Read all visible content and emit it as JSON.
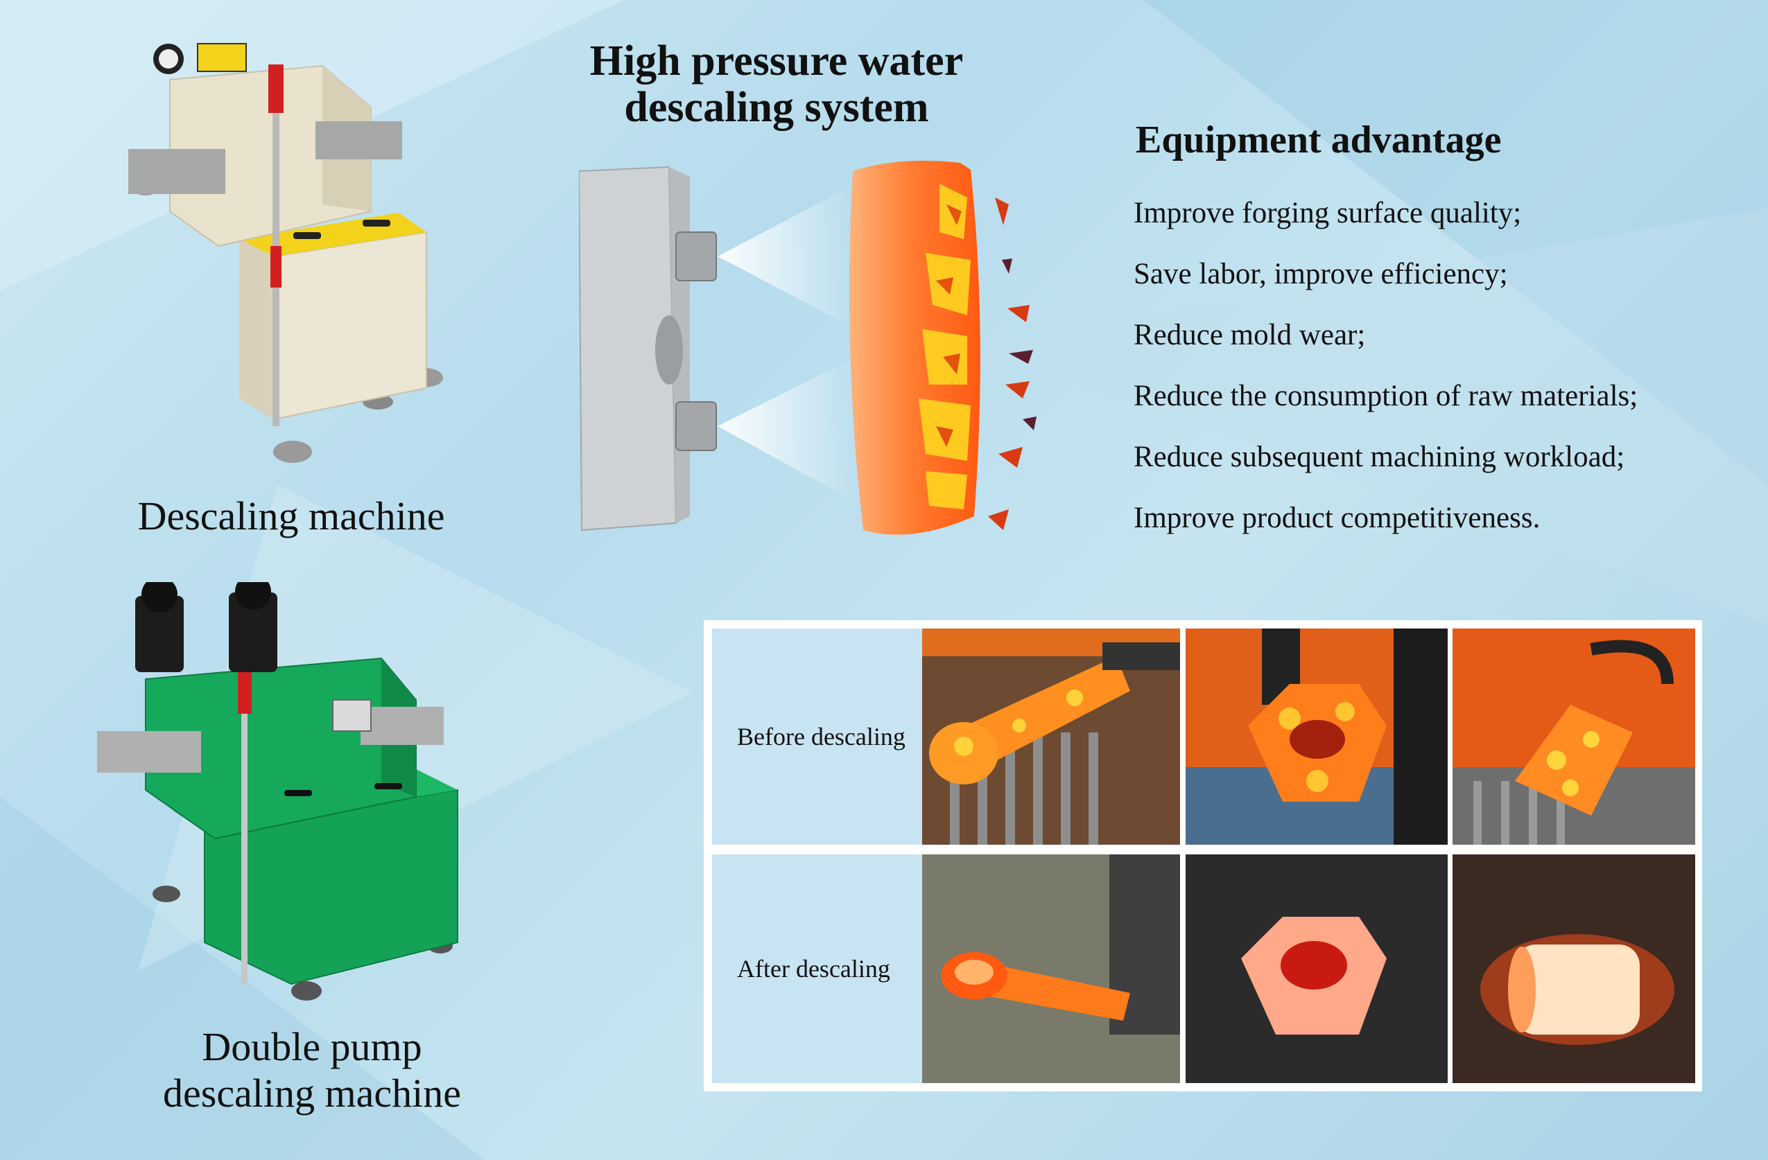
{
  "machines": {
    "single": {
      "caption": "Descaling machine"
    },
    "double": {
      "caption_line1": "Double pump",
      "caption_line2": "descaling machine"
    }
  },
  "system": {
    "title_line1": "High pressure water",
    "title_line2": "descaling system"
  },
  "advantages": {
    "title": "Equipment advantage",
    "items": [
      "Improve forging surface quality;",
      "Save labor, improve efficiency;",
      "Reduce mold wear;",
      "Reduce the consumption of raw materials;",
      "Reduce subsequent machining workload;",
      "Improve product competitiveness."
    ]
  },
  "comparison": {
    "before_label": "Before descaling",
    "after_label": "After descaling"
  },
  "colors": {
    "machine_cream": "#ece6d4",
    "machine_yellow": "#f2d21a",
    "machine_green": "#14a257",
    "hot_metal": "#ff6a1a",
    "scale_orange": "#ffb21c",
    "grid_label_bg": "#c8e4f2"
  }
}
